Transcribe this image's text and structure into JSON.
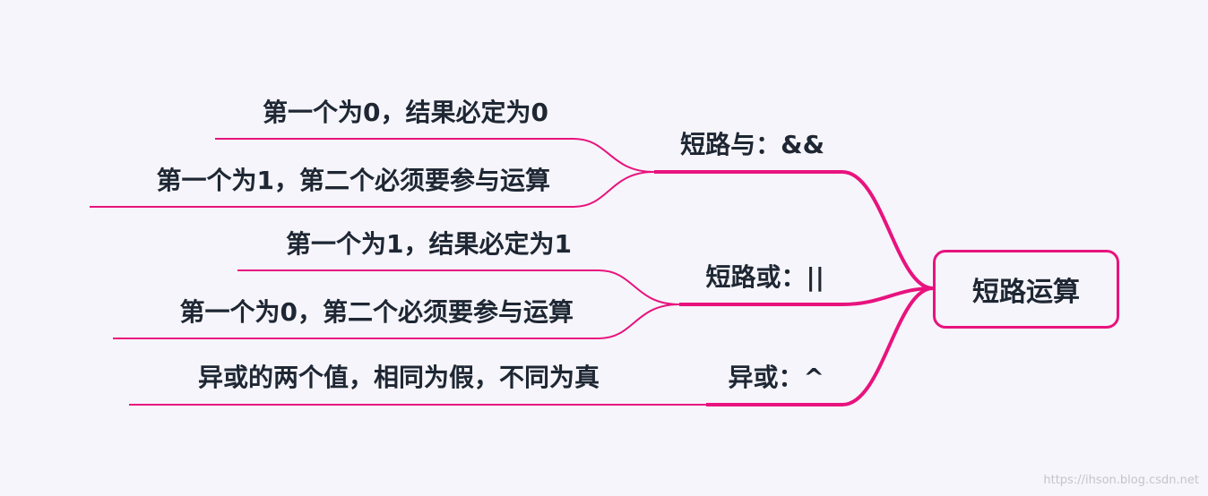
{
  "mindmap": {
    "root": "短路运算",
    "branches": [
      {
        "label": "短路与：&&",
        "children": [
          "第一个为0，结果必定为0",
          "第一个为1，第二个必须要参与运算"
        ]
      },
      {
        "label": "短路或：||",
        "children": [
          "第一个为1，结果必定为1",
          "第一个为0，第二个必须要参与运算"
        ]
      },
      {
        "label": "异或：^",
        "children": [
          "异或的两个值，相同为假，不同为真"
        ]
      }
    ]
  },
  "colors": {
    "main_line": "#e8137e",
    "leaf_line": "#e8137e",
    "text": "#1e2733",
    "background": "#f6f5fb"
  },
  "watermark": "https://ihson.blog.csdn.net"
}
